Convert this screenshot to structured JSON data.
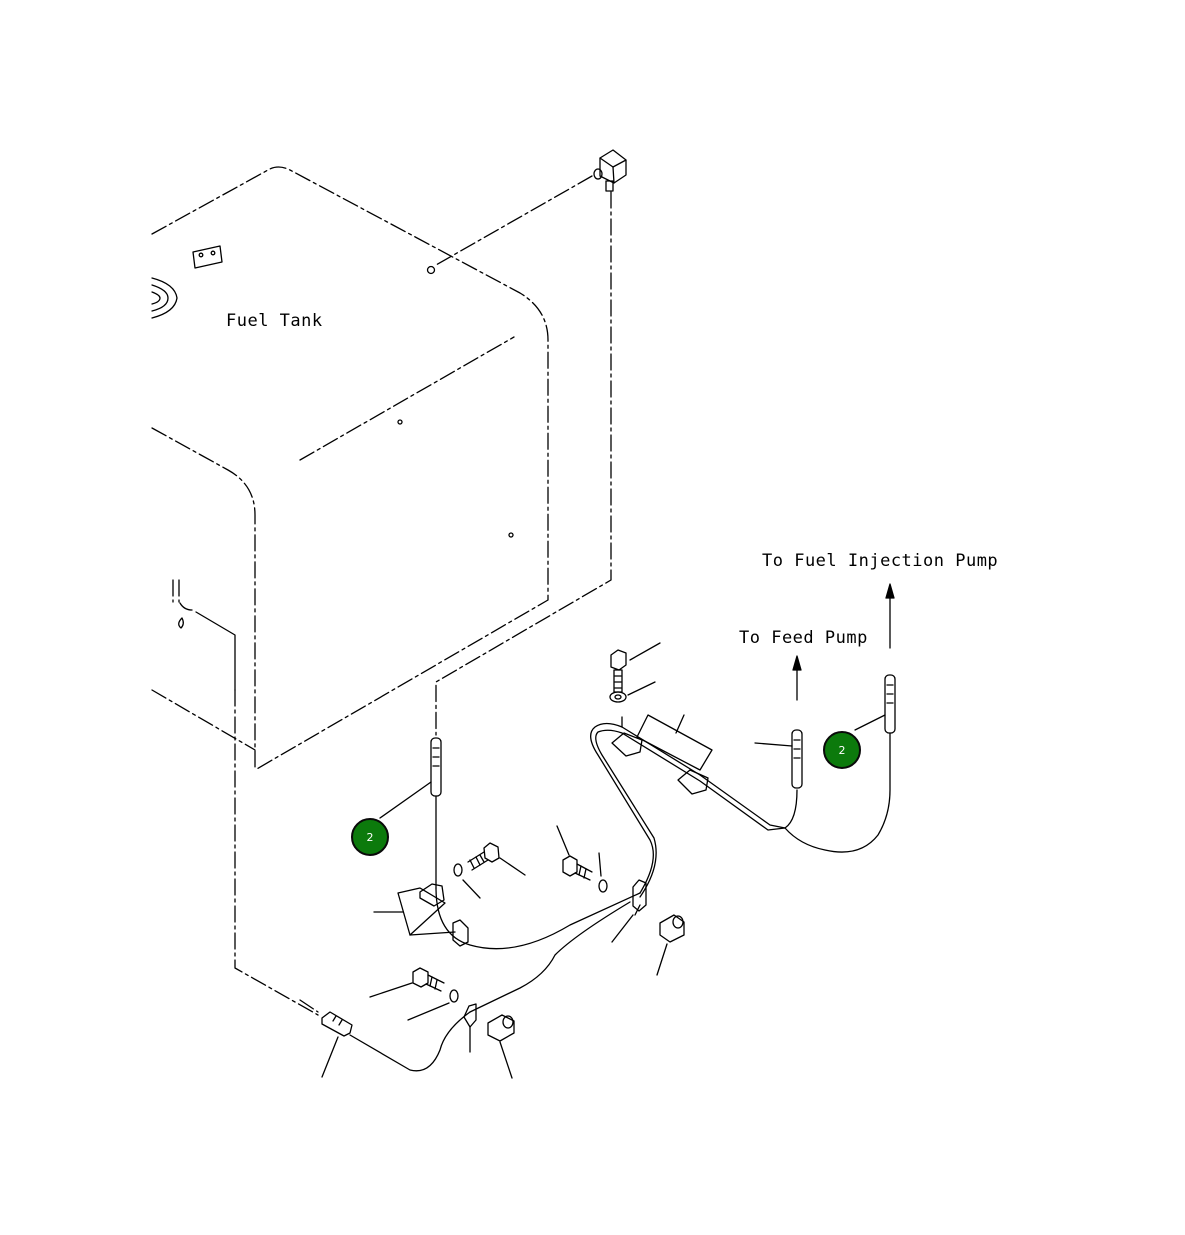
{
  "labels": {
    "fuel_tank": "Fuel Tank",
    "to_fuel_injection_pump": "To Fuel Injection Pump",
    "to_feed_pump": "To Feed Pump"
  },
  "callouts": [
    {
      "id": "callout-1",
      "text": "2"
    },
    {
      "id": "callout-2",
      "text": "2"
    }
  ],
  "colors": {
    "callout_fill": "#0c7a0c",
    "line": "#000000"
  }
}
